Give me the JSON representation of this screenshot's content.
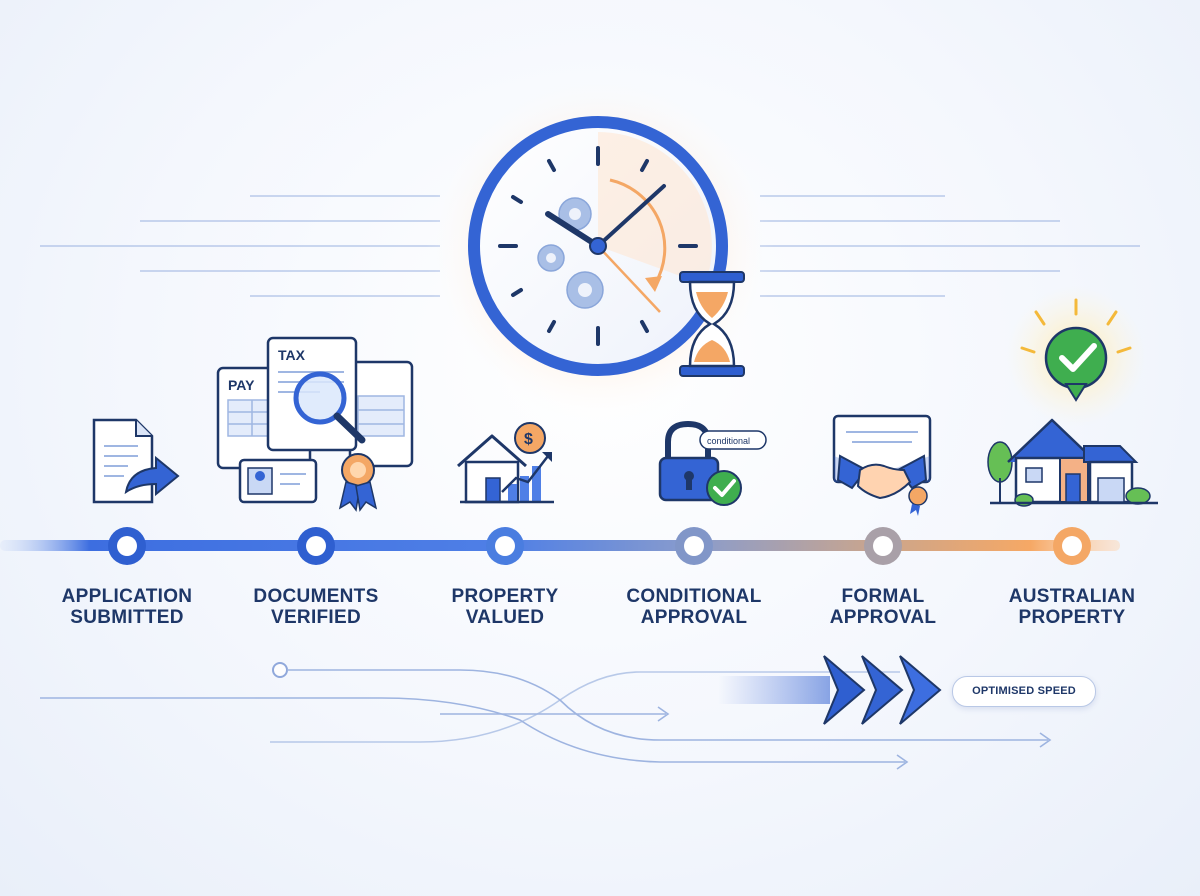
{
  "steps": [
    {
      "label": "APPLICATION\nSUBMITTED",
      "icon": "document-send-icon",
      "node_color": "#2f5fd0"
    },
    {
      "label": "DOCUMENTS\nVERIFIED",
      "icon": "documents-magnifier-icon",
      "node_color": "#2f5fd0"
    },
    {
      "label": "PROPERTY\nVALUED",
      "icon": "house-valuation-icon",
      "node_color": "#4a7de0"
    },
    {
      "label": "CONDITIONAL\nAPPROVAL",
      "icon": "padlock-check-icon",
      "node_color": "#8196c8"
    },
    {
      "label": "FORMAL\nAPPROVAL",
      "icon": "handshake-certificate-icon",
      "node_color": "#a9a0a8"
    },
    {
      "label": "AUSTRALIAN\nPROPERTY",
      "icon": "house-checkmark-icon",
      "node_color": "#f4a765"
    }
  ],
  "document_words": {
    "pay": "PAY",
    "tax": "TAX"
  },
  "conditional_tag": "conditional",
  "speed_tag": "OPTIMISED SPEED",
  "central_icon": "clock-hourglass-icon",
  "colors": {
    "primary": "#2f5fd0",
    "dark": "#1e3768",
    "accent": "#f4a765",
    "success": "#3fae4f"
  }
}
